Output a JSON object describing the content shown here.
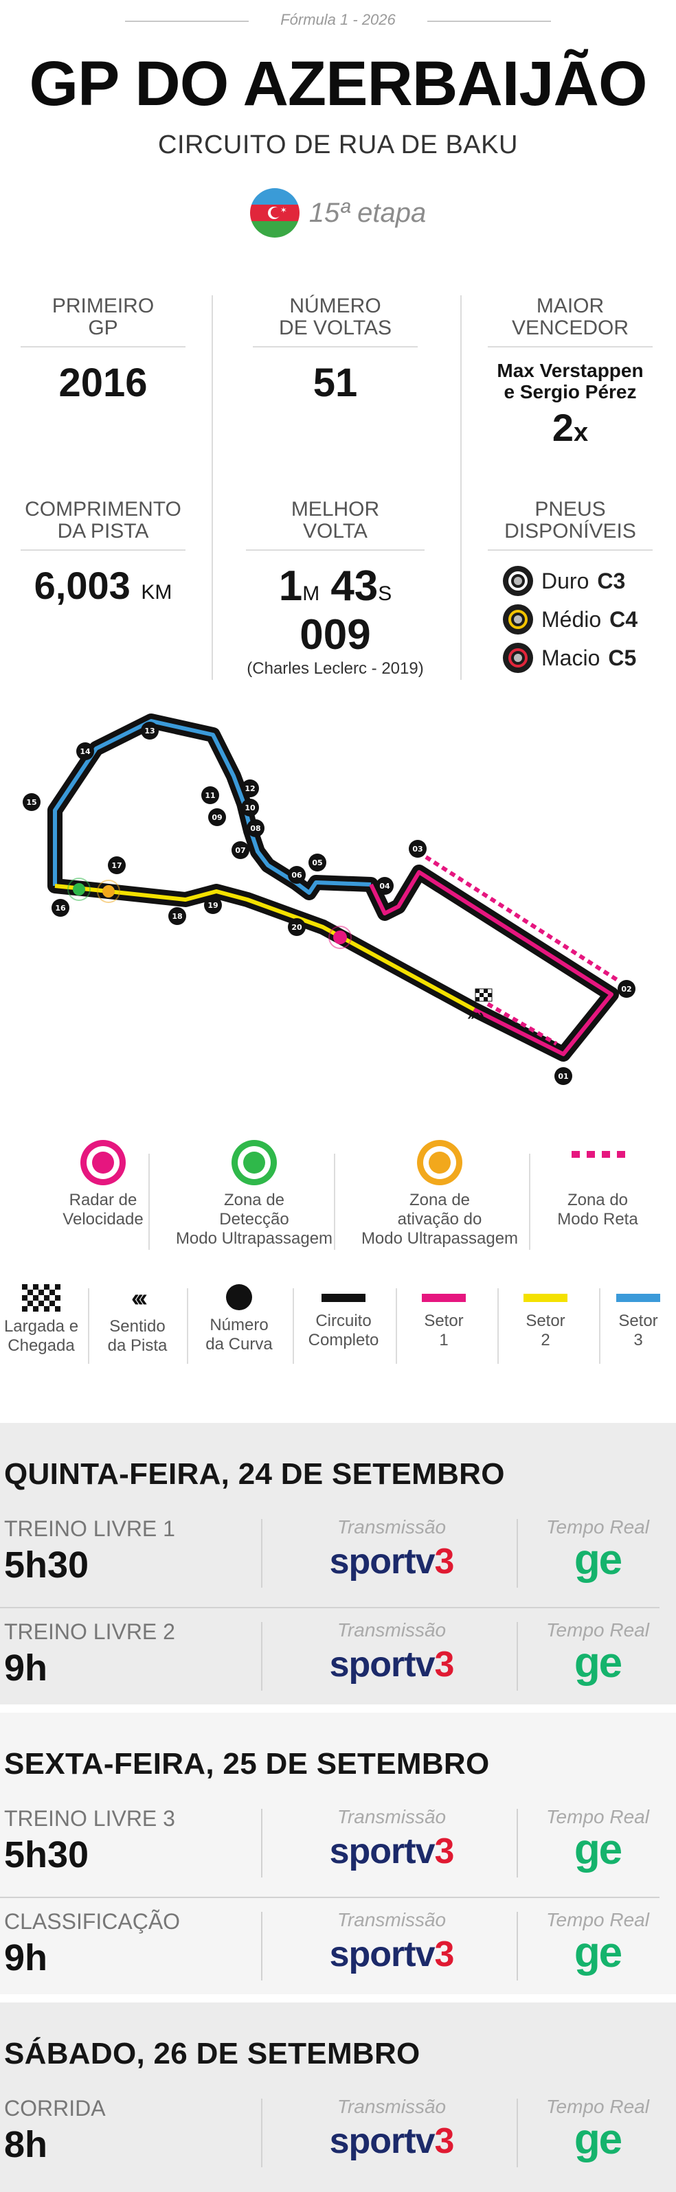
{
  "header": {
    "season": "Fórmula 1 - 2026",
    "title": "GP DO AZERBAIJÃO",
    "circuit": "CIRCUITO DE RUA DE BAKU",
    "stage": "15ª etapa",
    "flag_colors": [
      "#3a9bd7",
      "#e1263b",
      "#3aa845"
    ]
  },
  "stats": {
    "first_gp": {
      "label": "PRIMEIRO GP",
      "value": "2016"
    },
    "laps": {
      "label": "NÚMERO DE VOLTAS",
      "value": "51"
    },
    "top_winner": {
      "label": "MAIOR VENCEDOR",
      "names_line1": "Max Verstappen",
      "names_line2": "e Sergio Pérez",
      "count": "2",
      "count_suffix": "x"
    },
    "length": {
      "label": "COMPRIMENTO DA PISTA",
      "value": "6,003",
      "unit": "KM"
    },
    "best_lap": {
      "label": "MELHOR VOLTA",
      "min": "1",
      "min_unit": "M",
      "sec": "43",
      "sec_unit": "S",
      "ms": "009",
      "holder": "(Charles Leclerc - 2019)"
    },
    "tyres": {
      "label": "PNEUS DISPONÍVEIS",
      "items": [
        {
          "name": "Duro",
          "compound": "C3",
          "color": "#ffffff"
        },
        {
          "name": "Médio",
          "compound": "C4",
          "color": "#f2c300"
        },
        {
          "name": "Macio",
          "compound": "C5",
          "color": "#e1263b"
        }
      ]
    }
  },
  "track": {
    "turns": [
      "01",
      "02",
      "03",
      "04",
      "05",
      "06",
      "07",
      "08",
      "09",
      "10",
      "11",
      "12",
      "13",
      "14",
      "15",
      "16",
      "17",
      "18",
      "19",
      "20"
    ],
    "sector_colors": {
      "s1": "#e6167f",
      "s2": "#f4e100",
      "s3": "#3b9ad9"
    }
  },
  "legend_zones": [
    {
      "label_line1": "Radar de",
      "label_line2": "Velocidade",
      "label_line3": "",
      "color": "#e6167f"
    },
    {
      "label_line1": "Zona de",
      "label_line2": "Detecção",
      "label_line3": "Modo Ultrapassagem",
      "color": "#2fb84a"
    },
    {
      "label_line1": "Zona de",
      "label_line2": "ativação do",
      "label_line3": "Modo Ultrapassagem",
      "color": "#f2a81c"
    },
    {
      "label_line1": "Zona do",
      "label_line2": "Modo Reta",
      "label_line3": "",
      "color": "#e6167f"
    }
  ],
  "legend_track": [
    {
      "label_line1": "Largada e",
      "label_line2": "Chegada"
    },
    {
      "label_line1": "Sentido",
      "label_line2": "da Pista"
    },
    {
      "label_line1": "Número",
      "label_line2": "da Curva"
    },
    {
      "label_line1": "Circuito",
      "label_line2": "Completo"
    },
    {
      "label_line1": "Setor",
      "label_line2": "1",
      "color": "#e6167f"
    },
    {
      "label_line1": "Setor",
      "label_line2": "2",
      "color": "#f4e100"
    },
    {
      "label_line1": "Setor",
      "label_line2": "3",
      "color": "#3b9ad9"
    }
  ],
  "schedule": {
    "tx_label": "Transmissão",
    "rt_label": "Tempo Real",
    "tv_brand": "sportv",
    "tv_channel": "3",
    "web_brand": "ge",
    "days": [
      {
        "title": "QUINTA-FEIRA, 24 DE SETEMBRO",
        "sessions": [
          {
            "name": "TREINO LIVRE 1",
            "time": "5h30"
          },
          {
            "name": "TREINO LIVRE 2",
            "time": "9h"
          }
        ]
      },
      {
        "title": "SEXTA-FEIRA, 25 DE SETEMBRO",
        "sessions": [
          {
            "name": "TREINO LIVRE 3",
            "time": "5h30"
          },
          {
            "name": "CLASSIFICAÇÃO",
            "time": "9h"
          }
        ]
      },
      {
        "title": "SÁBADO, 26 DE SETEMBRO",
        "sessions": [
          {
            "name": "CORRIDA",
            "time": "8h"
          }
        ]
      }
    ]
  }
}
